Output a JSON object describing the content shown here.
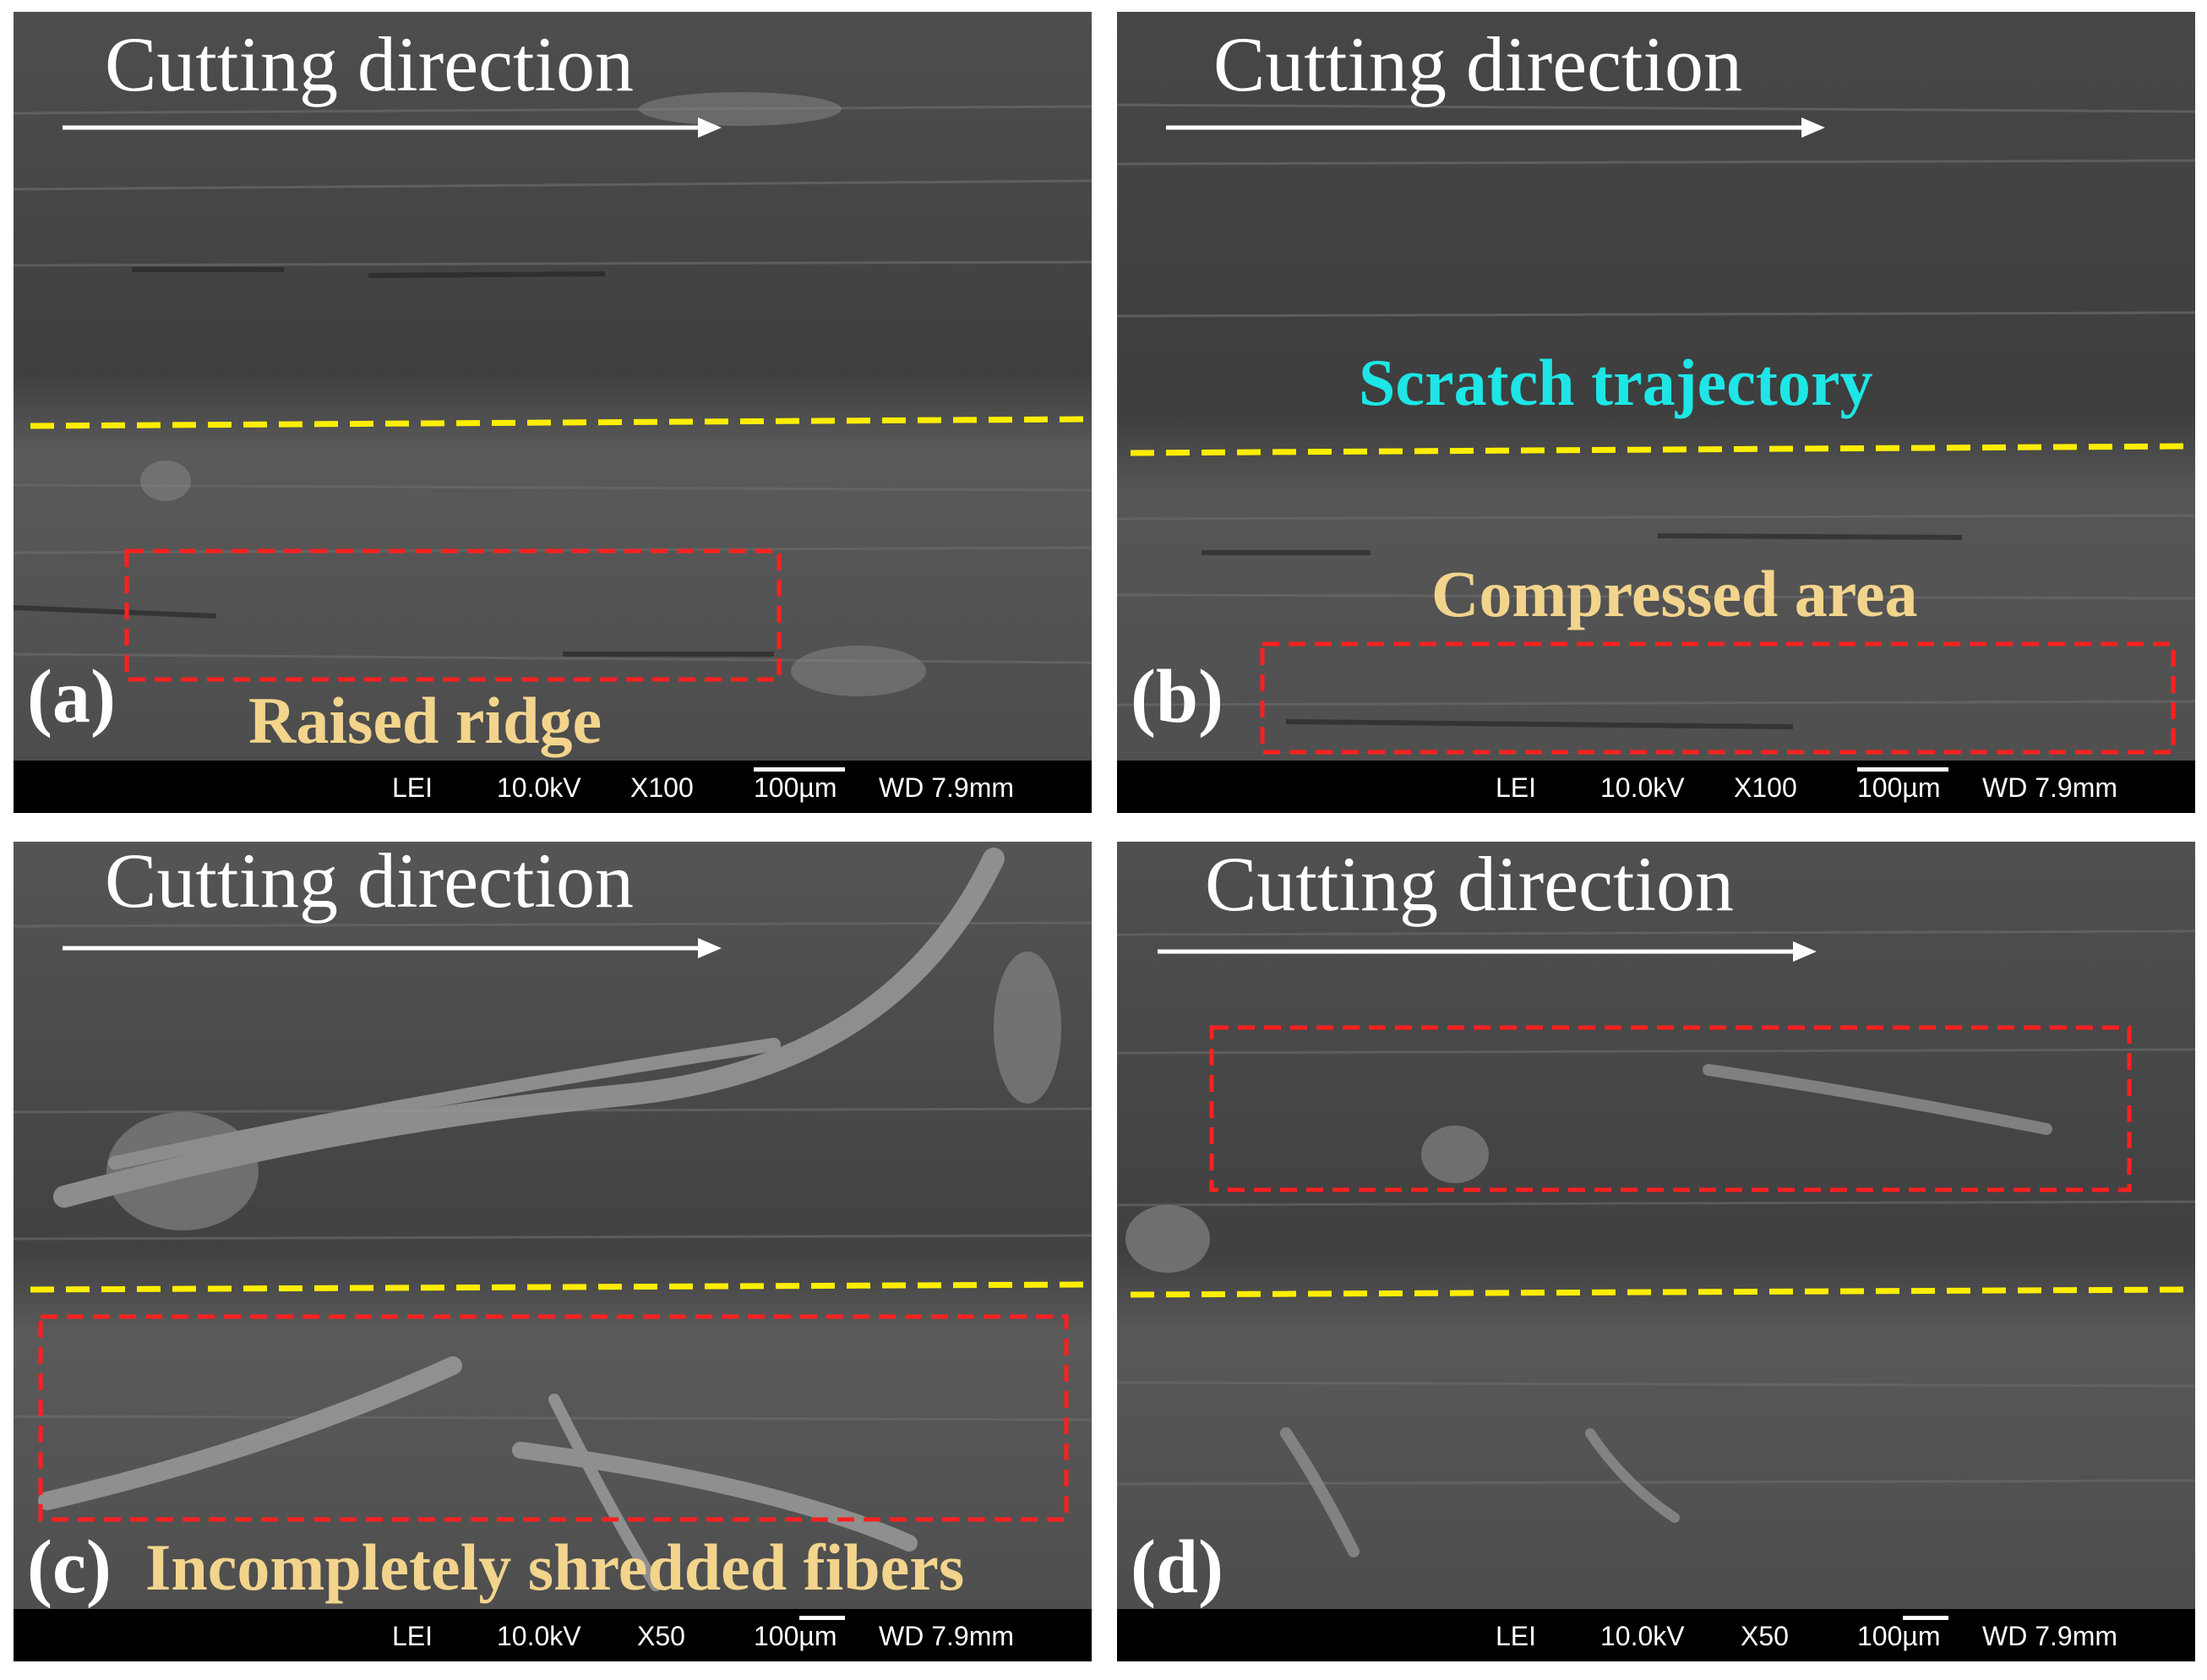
{
  "panels": [
    {
      "id": "a",
      "label": "(a)",
      "title": "Cutting direction",
      "annotation": "Raised ridge",
      "annotation_color": "#f2d48c",
      "info": {
        "mode": "LEI",
        "voltage": "10.0kV",
        "magnification": "X100",
        "scale": "100µm",
        "wd": "WD 7.9mm"
      }
    },
    {
      "id": "b",
      "label": "(b)",
      "title": "Cutting direction",
      "annotation": "Compressed area",
      "annotation_color": "#f2d48c",
      "annotation2": "Scratch trajectory",
      "annotation2_color": "#1ee6e6",
      "info": {
        "mode": "LEI",
        "voltage": "10.0kV",
        "magnification": "X100",
        "scale": "100µm",
        "wd": "WD 7.9mm"
      }
    },
    {
      "id": "c",
      "label": "(c)",
      "title": "Cutting direction",
      "annotation": "Incompletely shredded fibers",
      "annotation_color": "#f2d48c",
      "info": {
        "mode": "LEI",
        "voltage": "10.0kV",
        "magnification": "X50",
        "scale": "100µm",
        "wd": "WD 7.9mm"
      }
    },
    {
      "id": "d",
      "label": "(d)",
      "title": "Cutting direction",
      "info": {
        "mode": "LEI",
        "voltage": "10.0kV",
        "magnification": "X50",
        "scale": "100µm",
        "wd": "WD 7.9mm"
      }
    }
  ],
  "colors": {
    "arrow": "#ffffff",
    "dashed_line": "#ffee00",
    "box": "#ff2020",
    "background": "#4a4a4a"
  }
}
